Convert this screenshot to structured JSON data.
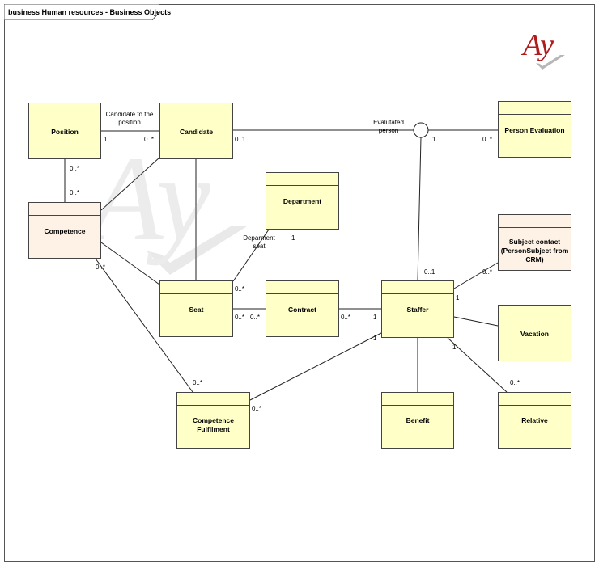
{
  "diagram": {
    "frame_title": "business Human resources - Business Objects",
    "logo_text": "Ay",
    "watermark_text": "Ay",
    "colors": {
      "class_fill": "#ffffc8",
      "class_fill_alt": "#fdf2e5",
      "line": "#222222",
      "logo_red": "#b01c1c"
    }
  },
  "classes": {
    "position": "Position",
    "candidate": "Candidate",
    "person_evaluation": "Person Evaluation",
    "department": "Department",
    "competence": "Competence",
    "subject_contact": "Subject contact (PersonSubject from CRM)",
    "seat": "Seat",
    "contract": "Contract",
    "staffer": "Staffer",
    "vacation": "Vacation",
    "competence_fulfilment": "Competence Fulfilment",
    "benefit": "Benefit",
    "relative": "Relative"
  },
  "associations": {
    "candidate_to_position": "Candidate to the position",
    "evaluated_person": "Evalutated person",
    "department_seat": "Deparment seat"
  },
  "multiplicities": {
    "pos_cand_1": "1",
    "pos_cand_many": "0..*",
    "cand_eval_01": "0..1",
    "eval_circle_1": "1",
    "eval_person_many": "0..*",
    "pos_comp_top": "0..*",
    "pos_comp_bottom": "0..*",
    "dept_1": "1",
    "seat_dept_many": "0..*",
    "comp_cf_many": "0..*",
    "seat_contract_many": "0..*",
    "contract_seat_many": "0..*",
    "contract_staffer_many": "0..*",
    "staffer_contract_1": "1",
    "staffer_circle_01": "0..1",
    "subject_contact_many": "0..*",
    "staffer_subject_1": "1",
    "staffer_cf_1": "1",
    "cf_staffer_many": "0..*",
    "cf_comp_many": "0..*",
    "staffer_relative_1": "1",
    "relative_many": "0..*"
  }
}
